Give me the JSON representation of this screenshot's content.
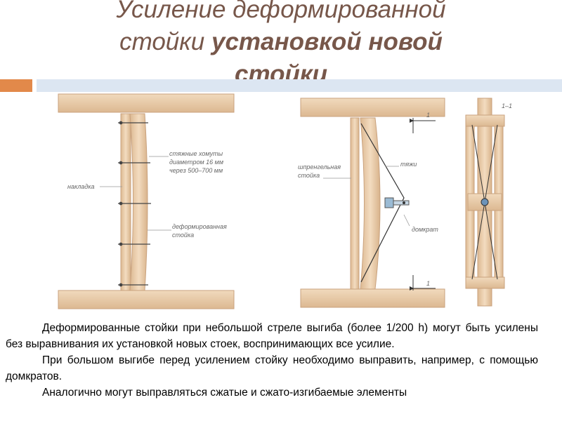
{
  "title": {
    "line1": "Усиление деформированной",
    "line2_normal": "стойки ",
    "line2_bold": "установкой новой",
    "line3_bold": "стойки"
  },
  "colors": {
    "title": "#77574a",
    "accent": "#e2894a",
    "rule": "#dce6f2",
    "wood": "#ecd2b1",
    "wood_stroke": "#c9a27e"
  },
  "figure_left": {
    "label_tie": [
      "стяжные хомуты",
      "диаметром 16 мм",
      "через 500–700 мм"
    ],
    "label_overlay": "накладка",
    "label_deformed": [
      "деформированная",
      "стойка"
    ]
  },
  "figure_middle": {
    "label_truss": [
      "шпренгельная",
      "стойка"
    ],
    "label_rods": "тяжи",
    "label_jack": "домкрат",
    "section_mark_top": "1",
    "section_mark_bottom": "1"
  },
  "figure_right": {
    "section_label": "1–1"
  },
  "body": {
    "p1": "Деформированные стойки при небольшой стреле выгиба (более 1/200 h) могут быть усилены без выравнивания их установкой новых стоек, воспринимающих все усилие.",
    "p2": "При большом выгибе перед усилением стойку необходимо выправить, например, с помощью домкратов.",
    "p3": "Аналогично могут выправляться сжатые и сжато-изгибаемые элементы"
  }
}
